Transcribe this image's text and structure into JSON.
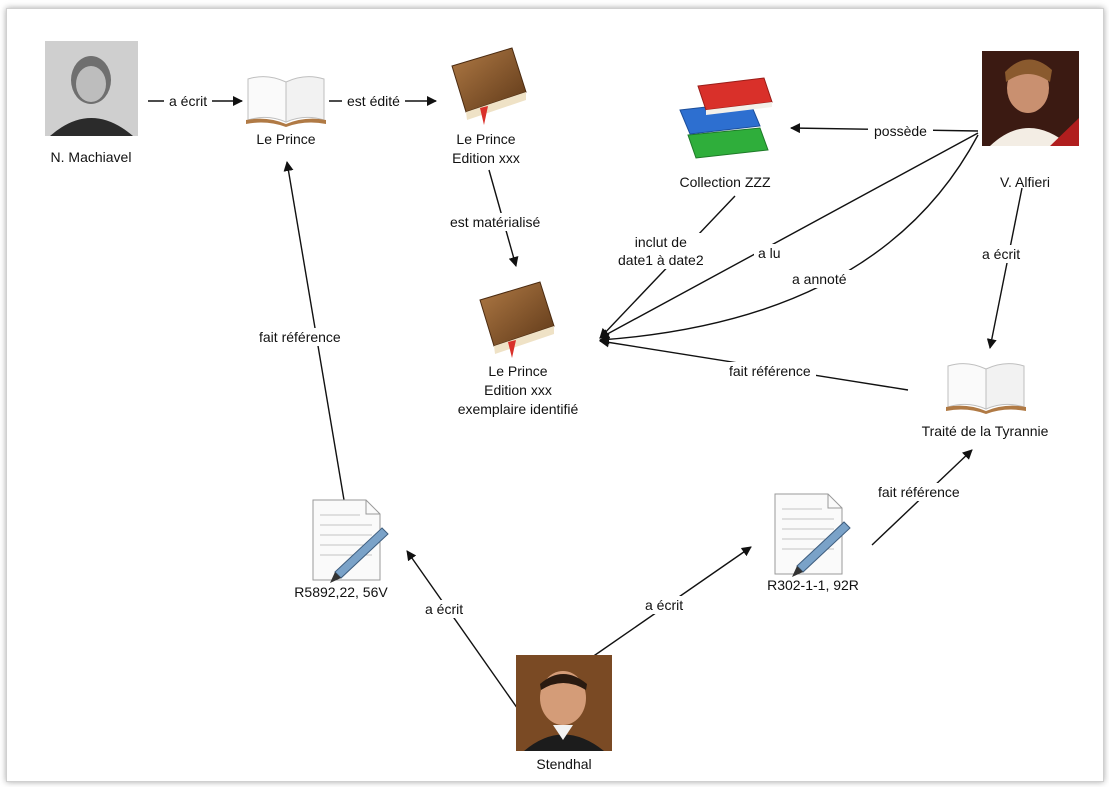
{
  "nodes": {
    "machiavel": "N. Machiavel",
    "le_prince": "Le Prince",
    "edition": [
      "Le Prince",
      "Edition xxx"
    ],
    "exemplaire": [
      "Le Prince",
      "Edition xxx",
      "exemplaire identifié"
    ],
    "collection": "Collection ZZZ",
    "alfieri": "V. Alfieri",
    "traite": "Traité de la Tyrannie",
    "r5892": "R5892,22, 56V",
    "r302": "R302-1-1, 92R",
    "stendhal": "Stendhal"
  },
  "edges": {
    "a_ecrit_1": "a écrit",
    "est_edite": "est édité",
    "est_materialise": "est matérialisé",
    "possede": "possède",
    "inclut": [
      "inclut de",
      "date1 à date2"
    ],
    "a_lu": "a lu",
    "a_annote": "a annoté",
    "a_ecrit_alfieri": "a écrit",
    "fait_ref_traite": "fait référence",
    "fait_ref_prince": "fait référence",
    "fait_ref_r302": "fait référence",
    "a_ecrit_r5892": "a écrit",
    "a_ecrit_r302": "a écrit"
  },
  "colors": {
    "line": "#111111",
    "book_cover": "#8a5a2b",
    "book_red": "#d9302a",
    "book_blue": "#2d6fd0",
    "book_green": "#2fae3b"
  },
  "icons": {
    "machiavel": "portrait-icon",
    "le_prince": "open-book-icon",
    "edition": "closed-book-icon",
    "exemplaire": "closed-book-icon",
    "collection": "book-stack-icon",
    "alfieri": "portrait-icon",
    "traite": "open-book-icon",
    "r5892": "document-pen-icon",
    "r302": "document-pen-icon",
    "stendhal": "portrait-icon"
  }
}
